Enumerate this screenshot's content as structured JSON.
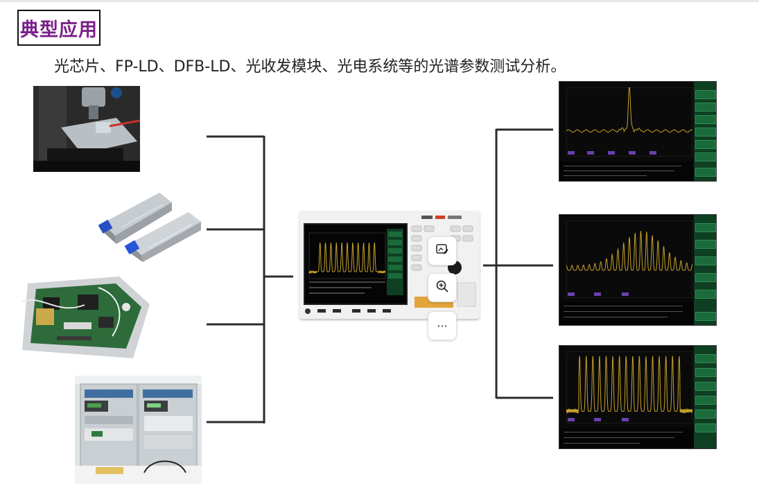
{
  "section_title": "典型应用",
  "subtitle": "光芯片、FP-LD、DFB-LD、光收发模块、光电系统等的光谱参数测试分析。",
  "images": {
    "chip_test": "optical-chip-probe-station-photo",
    "sfp_modules": "sfp-transceiver-modules-photo",
    "circuit_board": "optical-module-circuit-board-photo",
    "test_rack": "test-equipment-rack-photo",
    "analyzer": "optical-spectrum-analyzer-instrument",
    "result_1": "single-peak-spectrum-screenshot",
    "result_2": "fp-ld-multi-peak-spectrum-screenshot",
    "result_3": "comb-spectrum-screenshot"
  },
  "toolbar": {
    "more_label": "···"
  },
  "colors": {
    "title": "#7a1f8a",
    "trace": "#c9a22a",
    "side_panel": "#0f3f22",
    "connector": "#2b2b2b"
  }
}
